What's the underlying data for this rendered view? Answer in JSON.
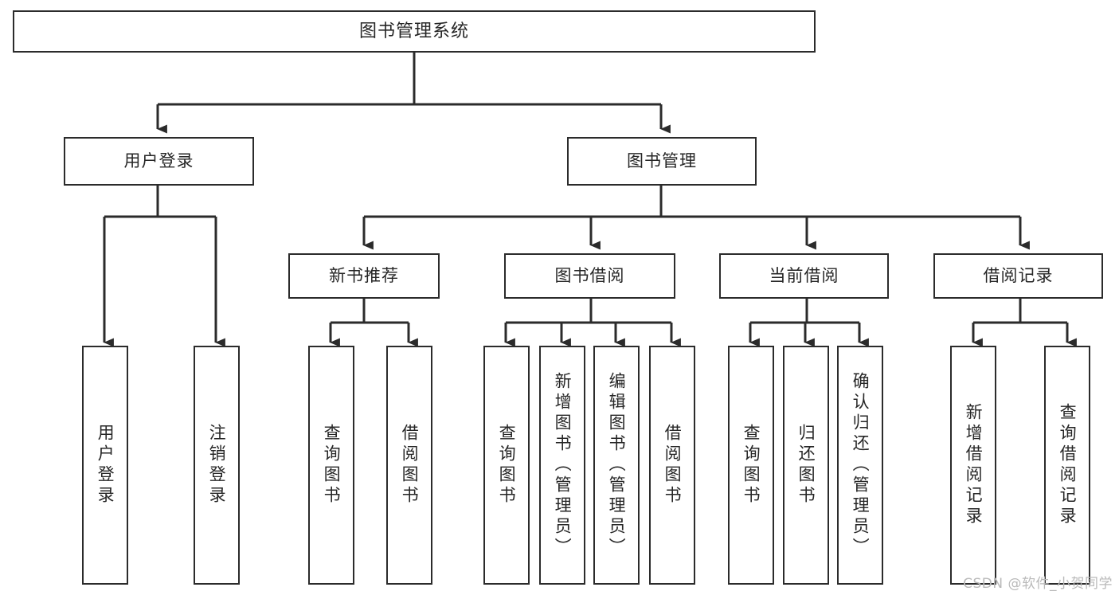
{
  "diagram": {
    "title": "图书管理系统",
    "type": "tree",
    "orientation": "top-down",
    "colors": {
      "box_border": "#2b2b2b",
      "box_fill": "#ffffff",
      "connector": "#2b2b2b",
      "text": "#262626",
      "watermark": "#b9b9b9",
      "background": "#ffffff"
    },
    "watermark": "CSDN @软件_小贺同学",
    "nodes": {
      "root": {
        "id": "root",
        "label": "图书管理系统",
        "level": 1,
        "orientation": "horizontal"
      },
      "l2": [
        {
          "id": "user-login",
          "label": "用户登录",
          "level": 2,
          "orientation": "horizontal"
        },
        {
          "id": "book-manage",
          "label": "图书管理",
          "level": 2,
          "orientation": "horizontal"
        }
      ],
      "l3": [
        {
          "id": "new-book-rec",
          "label": "新书推荐",
          "level": 3,
          "orientation": "horizontal",
          "parent": "book-manage"
        },
        {
          "id": "book-borrow",
          "label": "图书借阅",
          "level": 3,
          "orientation": "horizontal",
          "parent": "book-manage"
        },
        {
          "id": "current-borrow",
          "label": "当前借阅",
          "level": 3,
          "orientation": "horizontal",
          "parent": "book-manage"
        },
        {
          "id": "borrow-record",
          "label": "借阅记录",
          "level": 3,
          "orientation": "horizontal",
          "parent": "book-manage"
        }
      ],
      "leaves": [
        {
          "id": "leaf-user-login",
          "label": "用户登录",
          "parent": "user-login",
          "orientation": "vertical"
        },
        {
          "id": "leaf-user-logout",
          "label": "注销登录",
          "parent": "user-login",
          "orientation": "vertical"
        },
        {
          "id": "leaf-query-book-1",
          "label": "查询图书",
          "parent": "new-book-rec",
          "orientation": "vertical"
        },
        {
          "id": "leaf-borrow-book-1",
          "label": "借阅图书",
          "parent": "new-book-rec",
          "orientation": "vertical"
        },
        {
          "id": "leaf-query-book-2",
          "label": "查询图书",
          "parent": "book-borrow",
          "orientation": "vertical"
        },
        {
          "id": "leaf-add-book",
          "label": "新增图书（管理员）",
          "parent": "book-borrow",
          "orientation": "vertical"
        },
        {
          "id": "leaf-edit-book",
          "label": "编辑图书（管理员）",
          "parent": "book-borrow",
          "orientation": "vertical"
        },
        {
          "id": "leaf-borrow-book-2",
          "label": "借阅图书",
          "parent": "book-borrow",
          "orientation": "vertical"
        },
        {
          "id": "leaf-query-book-3",
          "label": "查询图书",
          "parent": "current-borrow",
          "orientation": "vertical"
        },
        {
          "id": "leaf-return-book",
          "label": "归还图书",
          "parent": "current-borrow",
          "orientation": "vertical"
        },
        {
          "id": "leaf-confirm-return",
          "label": "确认归还（管理员）",
          "parent": "current-borrow",
          "orientation": "vertical"
        },
        {
          "id": "leaf-add-record",
          "label": "新增借阅记录",
          "parent": "borrow-record",
          "orientation": "vertical"
        },
        {
          "id": "leaf-query-record",
          "label": "查询借阅记录",
          "parent": "borrow-record",
          "orientation": "vertical"
        }
      ]
    }
  }
}
